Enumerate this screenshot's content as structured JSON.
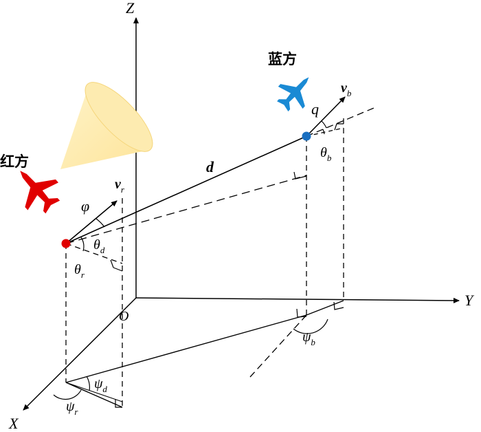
{
  "axes": {
    "z": "Z",
    "y": "Y",
    "x": "X",
    "origin": "O"
  },
  "red": {
    "label": "红方",
    "color": "#e00000",
    "velocity_main": "v",
    "velocity_sub": "r",
    "phi": "φ",
    "theta_d_main": "θ",
    "theta_d_sub": "d",
    "theta_r_main": "θ",
    "theta_r_sub": "r"
  },
  "blue": {
    "label": "蓝方",
    "color": "#1a6fc0",
    "velocity_main": "v",
    "velocity_sub": "b",
    "q": "q",
    "theta_b_main": "θ",
    "theta_b_sub": "b"
  },
  "distance": "d",
  "ground": {
    "psi_b_main": "ψ",
    "psi_b_sub": "b",
    "psi_d_main": "ψ",
    "psi_d_sub": "d",
    "psi_r_main": "ψ",
    "psi_r_sub": "r"
  },
  "cone_color": "#fde49a",
  "icons": [
    "red-jet-icon",
    "blue-jet-icon",
    "seeker-cone-icon"
  ]
}
